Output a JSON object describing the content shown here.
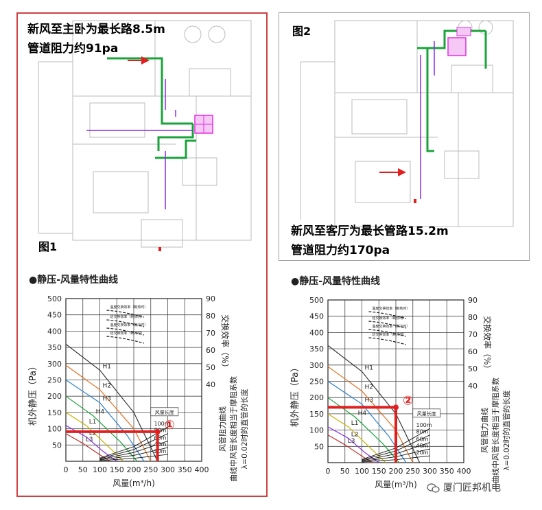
{
  "colors": {
    "accent_red": "#e02020",
    "duct_green": "#1aa33a",
    "duct_purple": "#8a2be2",
    "unit_magenta": "#e030e0",
    "frame_red": "#d04040",
    "frame_gray": "#a0a0a0"
  },
  "figure1": {
    "label": "图1",
    "caption_line1": "新风至主卧为最长路8.5m",
    "caption_line2": "管道阻力约91pa"
  },
  "figure2": {
    "label": "图2",
    "caption_line1": "新风至客厅为最长管路15.2m",
    "caption_line2": "管道阻力约170pa"
  },
  "chart_common": {
    "title": "●静压-风量特性曲线",
    "ylabel": "机外静压（Pa）",
    "xlabel": "风量(m³/h)",
    "right_ylabel": "交换效率（%）",
    "right_note_lines": [
      "风管阻力曲线",
      "曲线中风管长度相当于摩阻系数",
      "λ=0.02时的直管的长度"
    ],
    "legend_box": "风量长度",
    "x_ticks": [
      "0",
      "50",
      "100",
      "150",
      "200",
      "250",
      "300",
      "350",
      "400"
    ],
    "y_ticks": [
      "50",
      "100",
      "150",
      "200",
      "250",
      "300",
      "350",
      "400",
      "450",
      "500"
    ],
    "right_ticks": [
      "40",
      "50",
      "60",
      "70",
      "80",
      "90"
    ],
    "efficiency_labels": [
      "温度交换效率（制热时）",
      "焓交换效率（制热时）",
      "温度交换效率（制冷时）",
      "焓交换效率（制冷时）"
    ],
    "duct_labels": [
      "100m",
      "80m",
      "60m",
      "40m",
      "20m"
    ]
  },
  "chart1": {
    "marker": "①"
  },
  "chart2": {
    "marker": "②"
  },
  "watermark": "厦门匠邦机电",
  "chart_data": [
    {
      "type": "line",
      "title": "●静压-风量特性曲线",
      "xlabel": "风量(m³/h)",
      "ylabel": "机外静压（Pa）",
      "xlim": [
        0,
        400
      ],
      "ylim": [
        0,
        500
      ],
      "grid": true,
      "series": [
        {
          "name": "H1",
          "x": [
            0,
            100,
            200,
            270
          ],
          "y": [
            360,
            280,
            150,
            0
          ]
        },
        {
          "name": "H2",
          "x": [
            0,
            100,
            200,
            250
          ],
          "y": [
            295,
            220,
            100,
            0
          ]
        },
        {
          "name": "H3",
          "x": [
            0,
            100,
            180,
            230
          ],
          "y": [
            250,
            180,
            80,
            0
          ]
        },
        {
          "name": "H4",
          "x": [
            0,
            80,
            160,
            210
          ],
          "y": [
            200,
            140,
            60,
            0
          ]
        },
        {
          "name": "L1",
          "x": [
            0,
            60,
            120,
            170
          ],
          "y": [
            150,
            110,
            50,
            0
          ]
        },
        {
          "name": "L2",
          "x": [
            0,
            60,
            110,
            150
          ],
          "y": [
            110,
            75,
            30,
            0
          ]
        },
        {
          "name": "L3",
          "x": [
            0,
            50,
            100,
            130
          ],
          "y": [
            85,
            55,
            20,
            0
          ]
        },
        {
          "name": "100m",
          "x": [
            100,
            200,
            300
          ],
          "y": [
            10,
            45,
            105
          ]
        },
        {
          "name": "80m",
          "x": [
            100,
            200,
            300
          ],
          "y": [
            8,
            36,
            85
          ]
        },
        {
          "name": "60m",
          "x": [
            100,
            200,
            300
          ],
          "y": [
            6,
            27,
            62
          ]
        },
        {
          "name": "40m",
          "x": [
            100,
            200,
            300
          ],
          "y": [
            4,
            18,
            42
          ]
        },
        {
          "name": "20m",
          "x": [
            100,
            200,
            300
          ],
          "y": [
            2,
            9,
            21
          ]
        }
      ],
      "operating_point": {
        "x": 270,
        "y": 91,
        "label": "①"
      }
    },
    {
      "type": "line",
      "title": "●静压-风量特性曲线",
      "xlabel": "风量(m³/h)",
      "ylabel": "机外静压（Pa）",
      "xlim": [
        0,
        400
      ],
      "ylim": [
        0,
        500
      ],
      "grid": true,
      "series": [
        {
          "name": "H1",
          "x": [
            0,
            100,
            200,
            270
          ],
          "y": [
            360,
            280,
            150,
            0
          ]
        },
        {
          "name": "H2",
          "x": [
            0,
            100,
            200,
            250
          ],
          "y": [
            295,
            220,
            100,
            0
          ]
        },
        {
          "name": "H3",
          "x": [
            0,
            100,
            180,
            230
          ],
          "y": [
            250,
            180,
            80,
            0
          ]
        },
        {
          "name": "H4",
          "x": [
            0,
            80,
            160,
            210
          ],
          "y": [
            200,
            140,
            60,
            0
          ]
        },
        {
          "name": "L1",
          "x": [
            0,
            60,
            120,
            170
          ],
          "y": [
            150,
            110,
            50,
            0
          ]
        },
        {
          "name": "L2",
          "x": [
            0,
            60,
            110,
            150
          ],
          "y": [
            110,
            75,
            30,
            0
          ]
        },
        {
          "name": "L3",
          "x": [
            0,
            50,
            100,
            130
          ],
          "y": [
            85,
            55,
            20,
            0
          ]
        },
        {
          "name": "100m",
          "x": [
            100,
            200,
            300
          ],
          "y": [
            10,
            45,
            105
          ]
        },
        {
          "name": "80m",
          "x": [
            100,
            200,
            300
          ],
          "y": [
            8,
            36,
            85
          ]
        },
        {
          "name": "60m",
          "x": [
            100,
            200,
            300
          ],
          "y": [
            6,
            27,
            62
          ]
        },
        {
          "name": "40m",
          "x": [
            100,
            200,
            300
          ],
          "y": [
            4,
            18,
            42
          ]
        },
        {
          "name": "20m",
          "x": [
            100,
            200,
            300
          ],
          "y": [
            2,
            9,
            21
          ]
        }
      ],
      "operating_point": {
        "x": 200,
        "y": 170,
        "label": "②"
      }
    }
  ]
}
